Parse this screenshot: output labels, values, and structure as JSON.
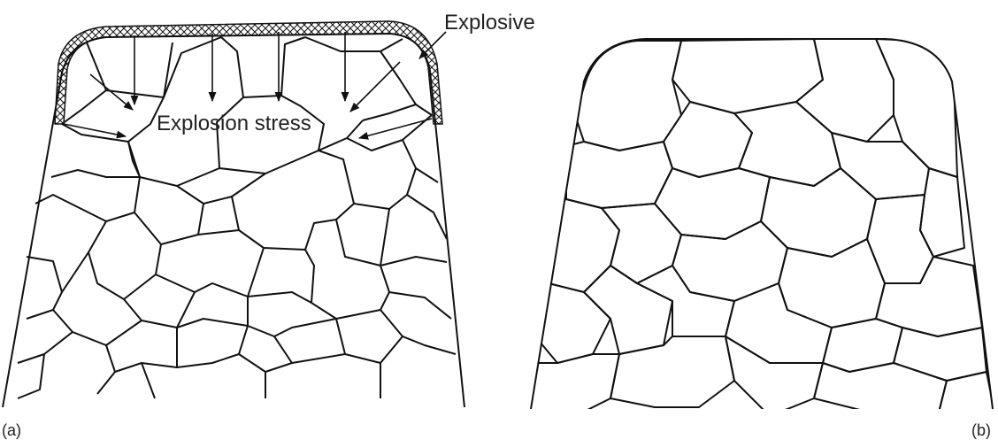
{
  "panel_a": {
    "caption": "(a)",
    "explosive_label": "Explosive",
    "stress_label": "Explosion stress"
  },
  "panel_b": {
    "caption": "(b)"
  },
  "colors": {
    "line": "#111111",
    "background": "#ffffff"
  }
}
